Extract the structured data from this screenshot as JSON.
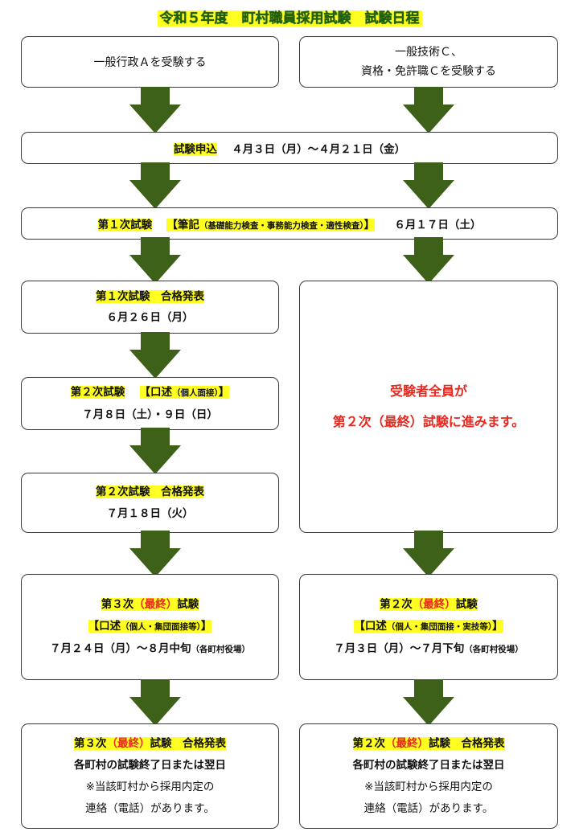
{
  "title": "令和５年度　町村職員採用試験　試験日程",
  "top": {
    "left_box": "一般行政Ａを受験する",
    "right_box_line1": "一般技術Ｃ、",
    "right_box_line2": "資格・免許職Ｃを受験する"
  },
  "application": {
    "label": "試験申込",
    "date": "４月３日（月）～４月２１日（金）"
  },
  "first_exam": {
    "label": "第１次試験",
    "bracket_open": "【筆記",
    "bracket_detail": "（基礎能力検査・事務能力検査・適性検査）",
    "bracket_close": "】",
    "date": "６月１７日（土）"
  },
  "first_result": {
    "label": "第１次試験　合格発表",
    "date": "６月２６日（月）"
  },
  "second_exam": {
    "label": "第２次試験",
    "bracket_open": "【口述",
    "bracket_detail": "（個人面接）",
    "bracket_close": "】",
    "date": "７月８日（土）・９日（日）"
  },
  "second_result": {
    "label": "第２次試験　合格発表",
    "date": "７月１８日（火）"
  },
  "right_notice": {
    "line1": "受験者全員が",
    "line2": "第２次（最終）試験に進みます。"
  },
  "left_final": {
    "label_a": "第３次",
    "label_red": "（最終）",
    "label_b": "試験",
    "bracket_open": "【口述",
    "bracket_detail": "（個人・集団面接等）",
    "bracket_close": "】",
    "date": "７月２４日（月）～８月中旬",
    "place": "（各町村役場）"
  },
  "right_final": {
    "label_a": "第２次",
    "label_red": "（最終）",
    "label_b": "試験",
    "bracket_open": "【口述",
    "bracket_detail": "（個人・集団面接・実技等）",
    "bracket_close": "】",
    "date": "７月３日（月）～７月下旬",
    "place": "（各町村役場）"
  },
  "left_final_result": {
    "label_a": "第３次",
    "label_red": "（最終）",
    "label_b": "試験　合格発表",
    "line2": "各町村の試験終了日または翌日",
    "line3": "※当該町村から採用内定の",
    "line4": "連絡（電話）があります。"
  },
  "right_final_result": {
    "label_a": "第２次",
    "label_red": "（最終）",
    "label_b": "試験　合格発表",
    "line2": "各町村の試験終了日または翌日",
    "line3": "※当該町村から採用内定の",
    "line4": "連絡（電話）があります。"
  },
  "colors": {
    "arrow": "#3d6118",
    "highlight": "#ffff22",
    "red_text": "#e8281e",
    "title_text": "#1e5f10"
  }
}
